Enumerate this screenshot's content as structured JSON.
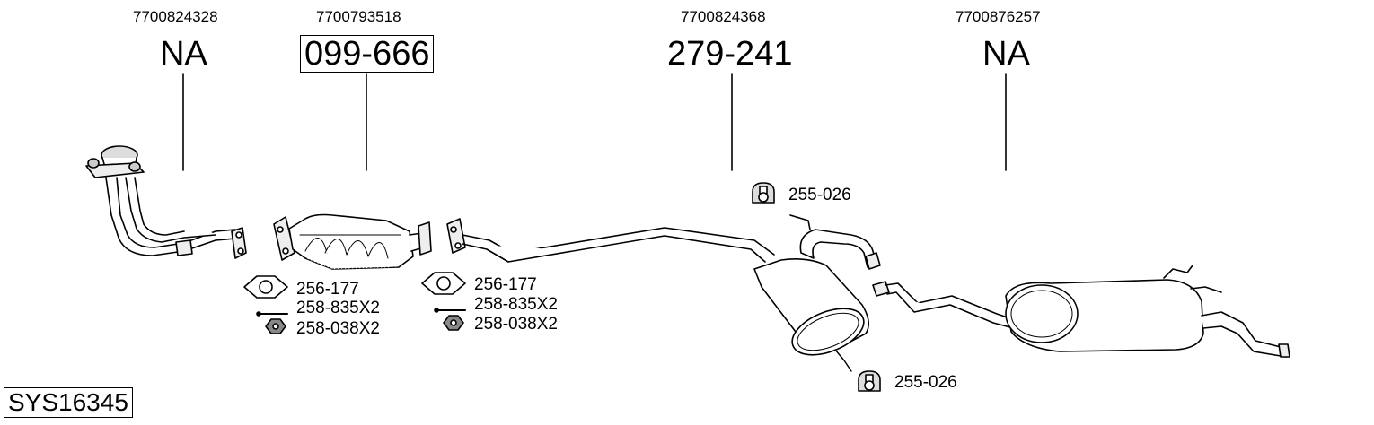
{
  "parts": [
    {
      "oem": "7700824328",
      "ref": "NA",
      "boxed": false
    },
    {
      "oem": "7700793518",
      "ref": "099-666",
      "boxed": true
    },
    {
      "oem": "7700824368",
      "ref": "279-241",
      "boxed": false
    },
    {
      "oem": "7700876257",
      "ref": "NA",
      "boxed": false
    }
  ],
  "fittings_left": [
    "256-177",
    "258-835X2",
    "258-038X2"
  ],
  "fittings_right": [
    "256-177",
    "258-835X2",
    "258-038X2"
  ],
  "hanger_top": "255-026",
  "hanger_bottom": "255-026",
  "system_code": "SYS16345"
}
